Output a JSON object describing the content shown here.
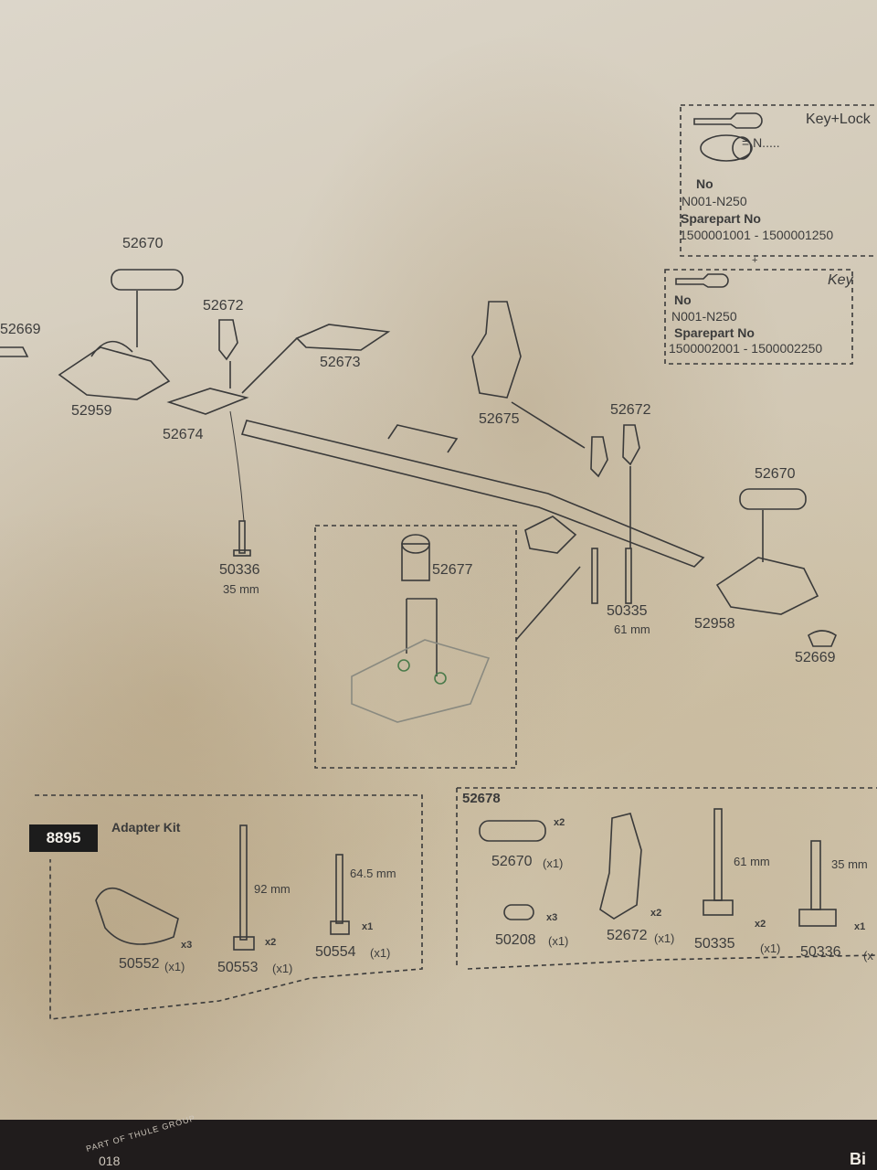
{
  "key_lock": {
    "title": "Key+Lock",
    "equals": "= N.....",
    "no_label": "No",
    "no_value": "N001-N250",
    "sparepart_label": "Sparepart No",
    "sparepart_value": "1500001001 - 1500001250",
    "plus": "+"
  },
  "key": {
    "title": "Key",
    "no_label": "No",
    "no_value": "N001-N250",
    "sparepart_label": "Sparepart No",
    "sparepart_value": "1500002001 - 1500002250"
  },
  "parts": {
    "p52670_top": "52670",
    "p52669_left": "52669",
    "p52672_top": "52672",
    "p52673": "52673",
    "p52959": "52959",
    "p52674": "52674",
    "p52675": "52675",
    "p52672_right": "52672",
    "p52670_right": "52670",
    "p50336": "50336",
    "p50336_size": "35 mm",
    "p52677": "52677",
    "p50335": "50335",
    "p50335_size": "61 mm",
    "p52958": "52958",
    "p52669_right": "52669"
  },
  "adapter_kit": {
    "code": "8895",
    "title": "Adapter Kit",
    "items": [
      {
        "number": "50552",
        "count": "(x1)",
        "qty": "x3"
      },
      {
        "number": "50553",
        "count": "(x1)",
        "qty": "x2",
        "size": "92 mm"
      },
      {
        "number": "50554",
        "count": "(x1)",
        "qty": "x1",
        "size": "64.5 mm"
      }
    ]
  },
  "kit_52678": {
    "code": "52678",
    "items": [
      {
        "number": "52670",
        "count": "(x1)",
        "qty": "x2"
      },
      {
        "number": "50208",
        "count": "(x1)",
        "qty": "x3"
      },
      {
        "number": "52672",
        "count": "(x1)",
        "qty": "x2"
      },
      {
        "number": "50335",
        "count": "(x1)",
        "qty": "x2",
        "size": "61 mm"
      },
      {
        "number": "50336",
        "count": "(x",
        "qty": "x1",
        "size": "35 mm"
      }
    ]
  },
  "footer": {
    "brand": "PART OF THULE GROUP",
    "year": "018",
    "corner": "Bi"
  }
}
